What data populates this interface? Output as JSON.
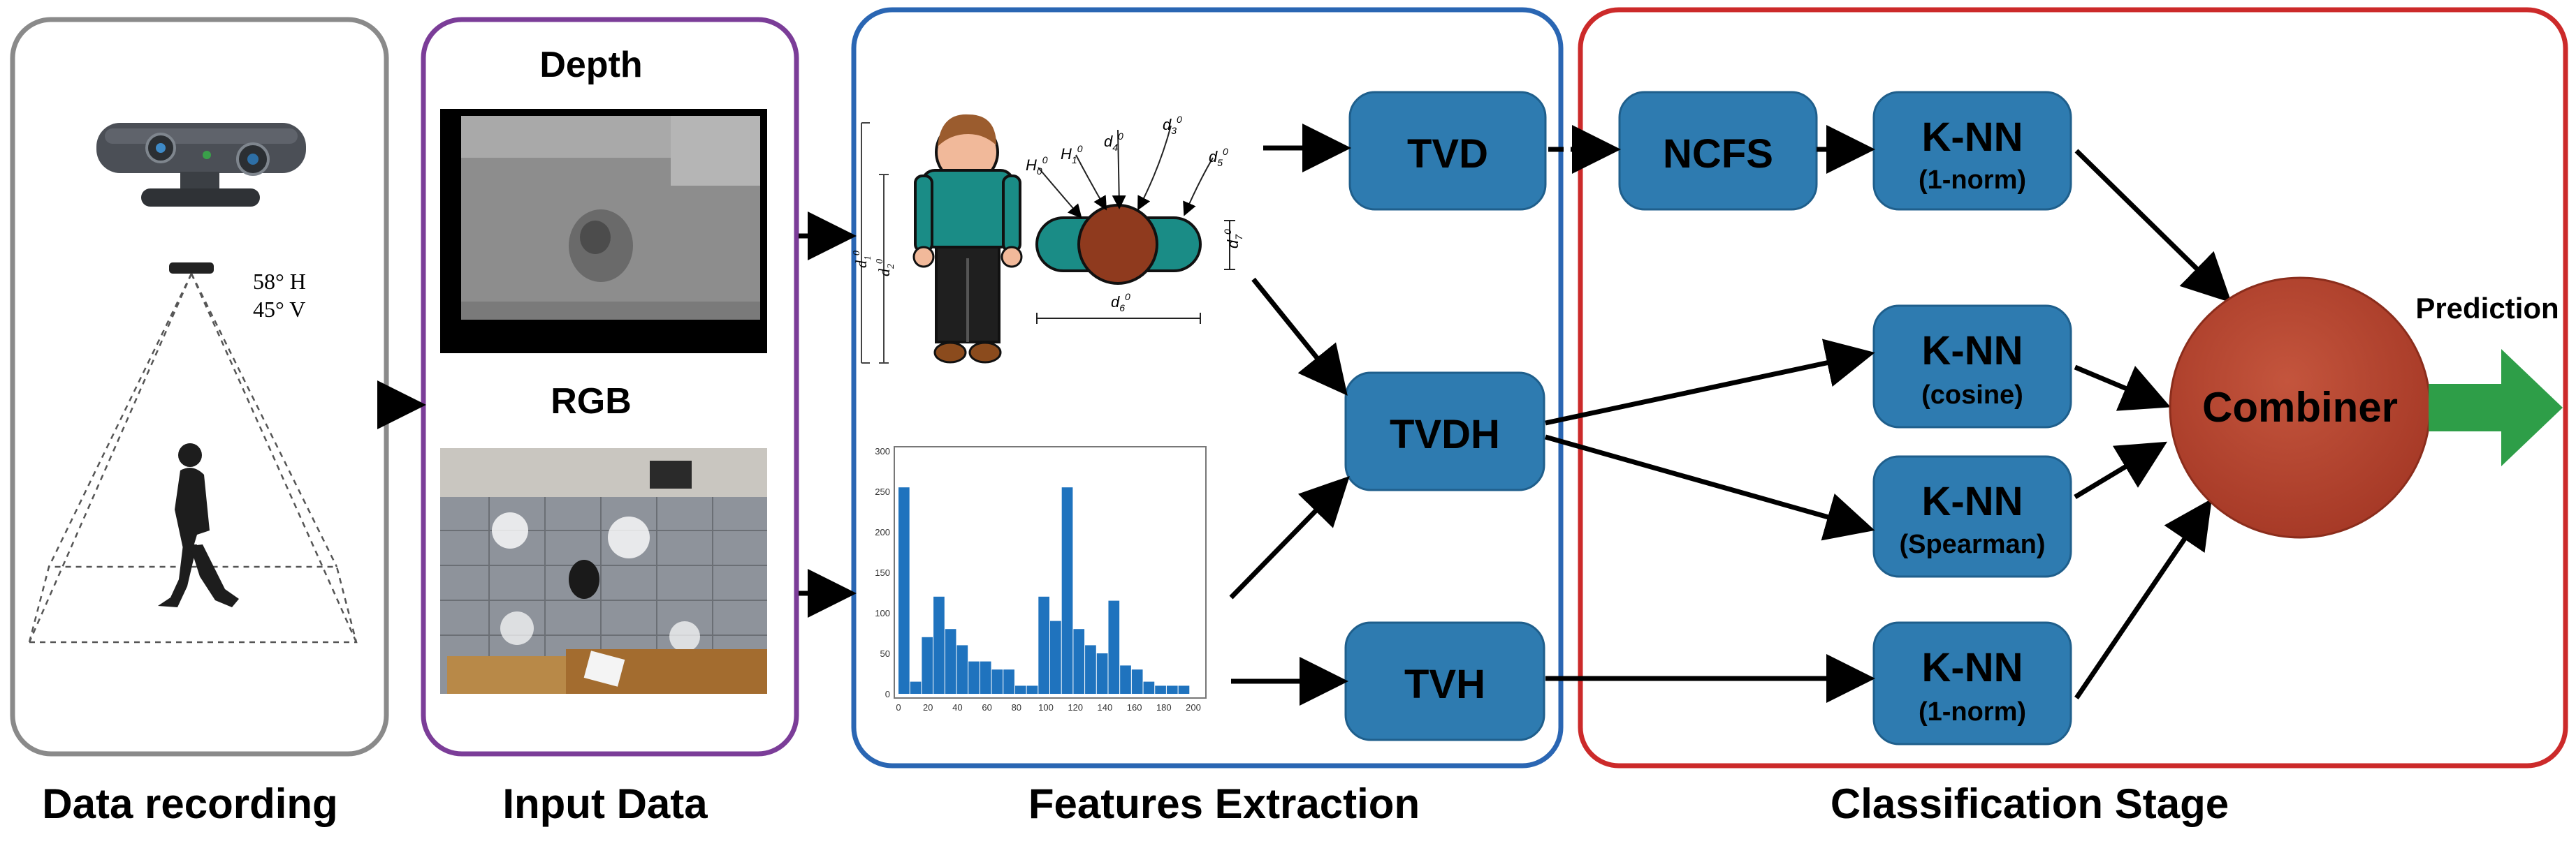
{
  "panels": {
    "data_recording": "Data recording",
    "input_data": "Input Data",
    "features_extraction": "Features Extraction",
    "classification_stage": "Classification Stage"
  },
  "input": {
    "depth_label": "Depth",
    "rgb_label": "RGB"
  },
  "sensor": {
    "fov_h": "58° H",
    "fov_v": "45° V"
  },
  "body_model": {
    "h0": "H",
    "h0_sub": "0",
    "h0_sup": "0",
    "h1": "H",
    "h1_sub": "1",
    "h1_sup": "0",
    "d4": "d",
    "d4_sub": "4",
    "d4_sup": "0",
    "d3": "d",
    "d3_sub": "3",
    "d3_sup": "0",
    "d5": "d",
    "d5_sub": "5",
    "d5_sup": "0",
    "d1": "d",
    "d1_sub": "1",
    "d1_sup": "0",
    "d2": "d",
    "d2_sub": "2",
    "d2_sup": "0",
    "d6": "d",
    "d6_sub": "6",
    "d6_sup": "0",
    "d7": "d",
    "d7_sub": "7",
    "d7_sup": "0"
  },
  "histogram": {
    "y_ticks": [
      "300",
      "250",
      "200",
      "150",
      "100",
      "50",
      "0"
    ],
    "x_ticks": [
      "0",
      "20",
      "40",
      "60",
      "80",
      "100",
      "120",
      "140",
      "160",
      "180",
      "200"
    ],
    "values": [
      255,
      15,
      70,
      120,
      80,
      60,
      40,
      40,
      30,
      30,
      10,
      10,
      120,
      90,
      255,
      80,
      60,
      50,
      115,
      35,
      30,
      15,
      10,
      10,
      10
    ]
  },
  "nodes": {
    "tvd": "TVD",
    "tvdh": "TVDH",
    "tvh": "TVH",
    "ncfs": "NCFS",
    "knn1_title": "K-NN",
    "knn1_sub": "(1-norm)",
    "knn2_title": "K-NN",
    "knn2_sub": "(cosine)",
    "knn3_title": "K-NN",
    "knn3_sub": "(Spearman)",
    "knn4_title": "K-NN",
    "knn4_sub": "(1-norm)",
    "combiner": "Combiner",
    "prediction": "Prediction"
  },
  "colors": {
    "node_fill": "#2e7bb0",
    "node_stroke": "#1f5f8c",
    "combiner": "#b84631",
    "arrow_green": "#2e9e48",
    "panel_gray": "#8a8a8a",
    "panel_purple": "#7b3d98",
    "panel_blue": "#2a66b3",
    "panel_red": "#cc2a2a",
    "histogram_bar": "#1f73be"
  }
}
